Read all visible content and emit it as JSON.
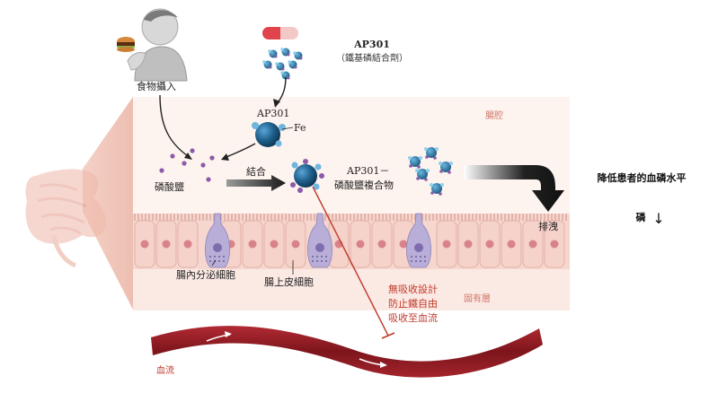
{
  "drug": {
    "name": "AP301",
    "subtitle": "（鐵基磷結合劑）"
  },
  "labels": {
    "food_intake": "食物攝入",
    "lumen": "腸腔",
    "ap301_particle": "AP301",
    "fe": "Fe",
    "phosphate": "磷酸鹽",
    "binding": "結合",
    "complex_line1": "AP301－",
    "complex_line2": "磷酸鹽複合物",
    "excretion": "排洩",
    "enteroendocrine_cell": "腸內分泌細胞",
    "epithelial_cell": "腸上皮細胞",
    "lamina_propria": "固有層",
    "no_absorption_line1": "無吸收設計",
    "no_absorption_line2": "防止鐵自由",
    "no_absorption_line3": "吸收至血流",
    "bloodstream": "血流"
  },
  "outcome": {
    "title": "降低患者的血磷水平",
    "phosphorus": "磷",
    "arrow": "↓"
  },
  "colors": {
    "accent_red": "#c0392b",
    "lumen_bg": "#fbeee8",
    "cell_fill": "#f5d2ca",
    "endocrine_fill": "#b8aed8",
    "blood": "#8e1b22",
    "particle_blue": "#1f5f8b"
  }
}
